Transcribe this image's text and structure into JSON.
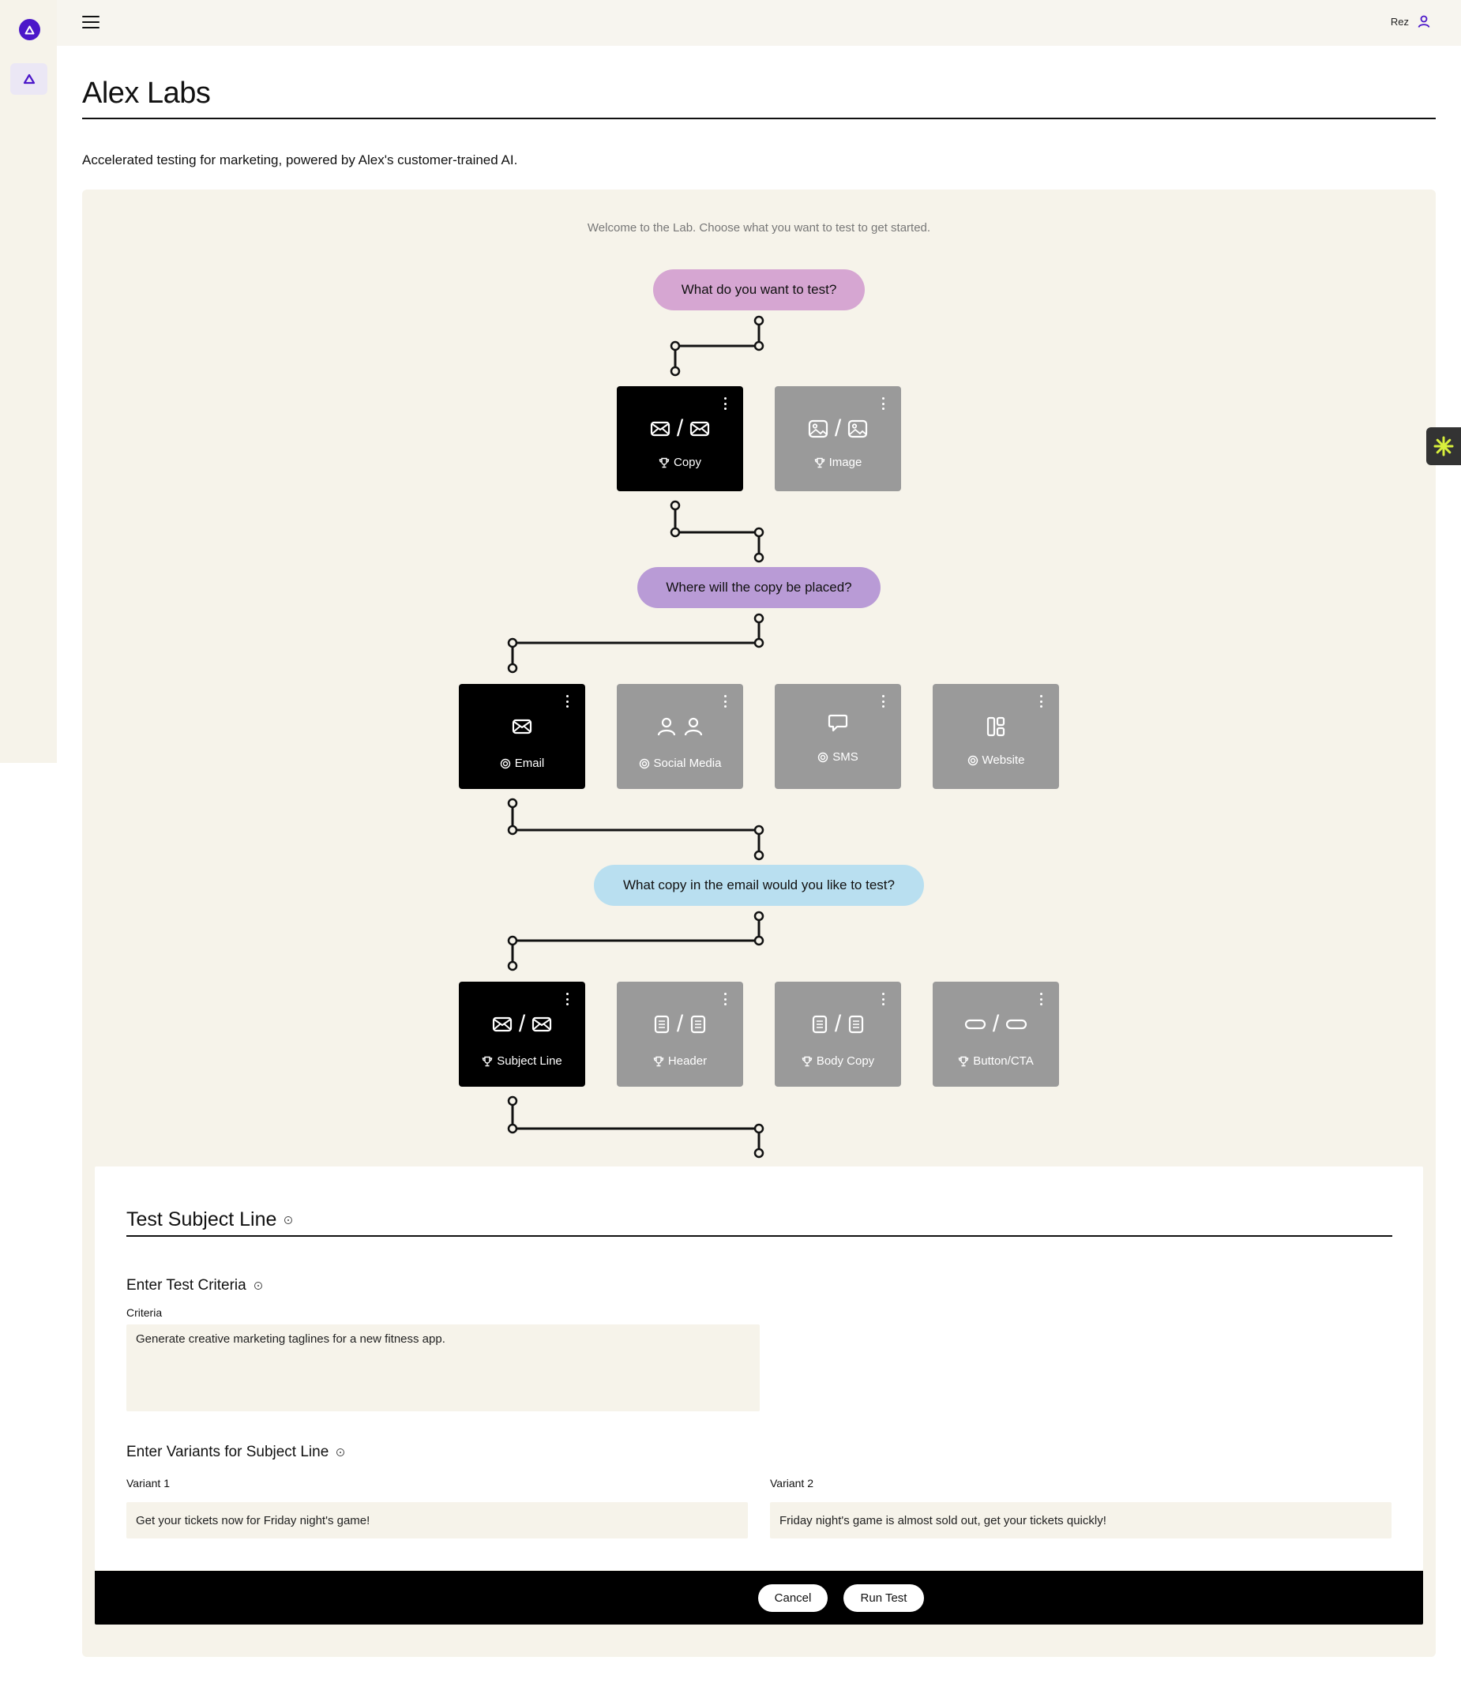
{
  "app": {
    "user_name": "Rez"
  },
  "page": {
    "title": "Alex Labs",
    "subtitle": "Accelerated testing for marketing, powered by Alex's customer-trained AI."
  },
  "flow": {
    "welcome": "Welcome to the Lab. Choose what you want to test to get started.",
    "q1": {
      "question": "What do you want to test?",
      "options": [
        {
          "label": "Copy",
          "icon": "envelope-compare-icon",
          "badge": "trophy-icon",
          "active": true
        },
        {
          "label": "Image",
          "icon": "image-compare-icon",
          "badge": "trophy-icon",
          "active": false
        }
      ]
    },
    "q2": {
      "question": "Where will the copy be placed?",
      "options": [
        {
          "label": "Email",
          "icon": "envelope-icon",
          "badge": "target-icon",
          "active": true
        },
        {
          "label": "Social Media",
          "icon": "users-icon",
          "badge": "target-icon",
          "active": false
        },
        {
          "label": "SMS",
          "icon": "chat-bubble-icon",
          "badge": "target-icon",
          "active": false
        },
        {
          "label": "Website",
          "icon": "layout-icon",
          "badge": "target-icon",
          "active": false
        }
      ]
    },
    "q3": {
      "question": "What copy in the email would you like to test?",
      "options": [
        {
          "label": "Subject Line",
          "icon": "envelope-compare-icon",
          "badge": "trophy-icon",
          "active": true
        },
        {
          "label": "Header",
          "icon": "document-compare-icon",
          "badge": "trophy-icon",
          "active": false
        },
        {
          "label": "Body Copy",
          "icon": "document-compare-icon",
          "badge": "trophy-icon",
          "active": false
        },
        {
          "label": "Button/CTA",
          "icon": "button-compare-icon",
          "badge": "trophy-icon",
          "active": false
        }
      ]
    }
  },
  "form": {
    "title": "Test Subject Line",
    "criteria_heading": "Enter Test Criteria",
    "criteria_label": "Criteria",
    "criteria_value": "Generate creative marketing taglines for a new fitness app.",
    "variants_heading": "Enter Variants for Subject Line",
    "variant1_label": "Variant 1",
    "variant1_value": "Get your tickets now for Friday night's game!",
    "variant2_label": "Variant 2",
    "variant2_value": "Friday night's game is almost sold out, get your tickets quickly!"
  },
  "actions": {
    "cancel": "Cancel",
    "run": "Run Test"
  },
  "colors": {
    "brand": "#4b17c9",
    "q1_pill": "#d6a6d2",
    "q2_pill": "#b99bd6",
    "q3_pill": "#b9dff0",
    "card_active": "#000000",
    "card_inactive": "#9a9a9a",
    "canvas_bg": "#f6f3ea",
    "widget_accent": "#d8f03c"
  }
}
